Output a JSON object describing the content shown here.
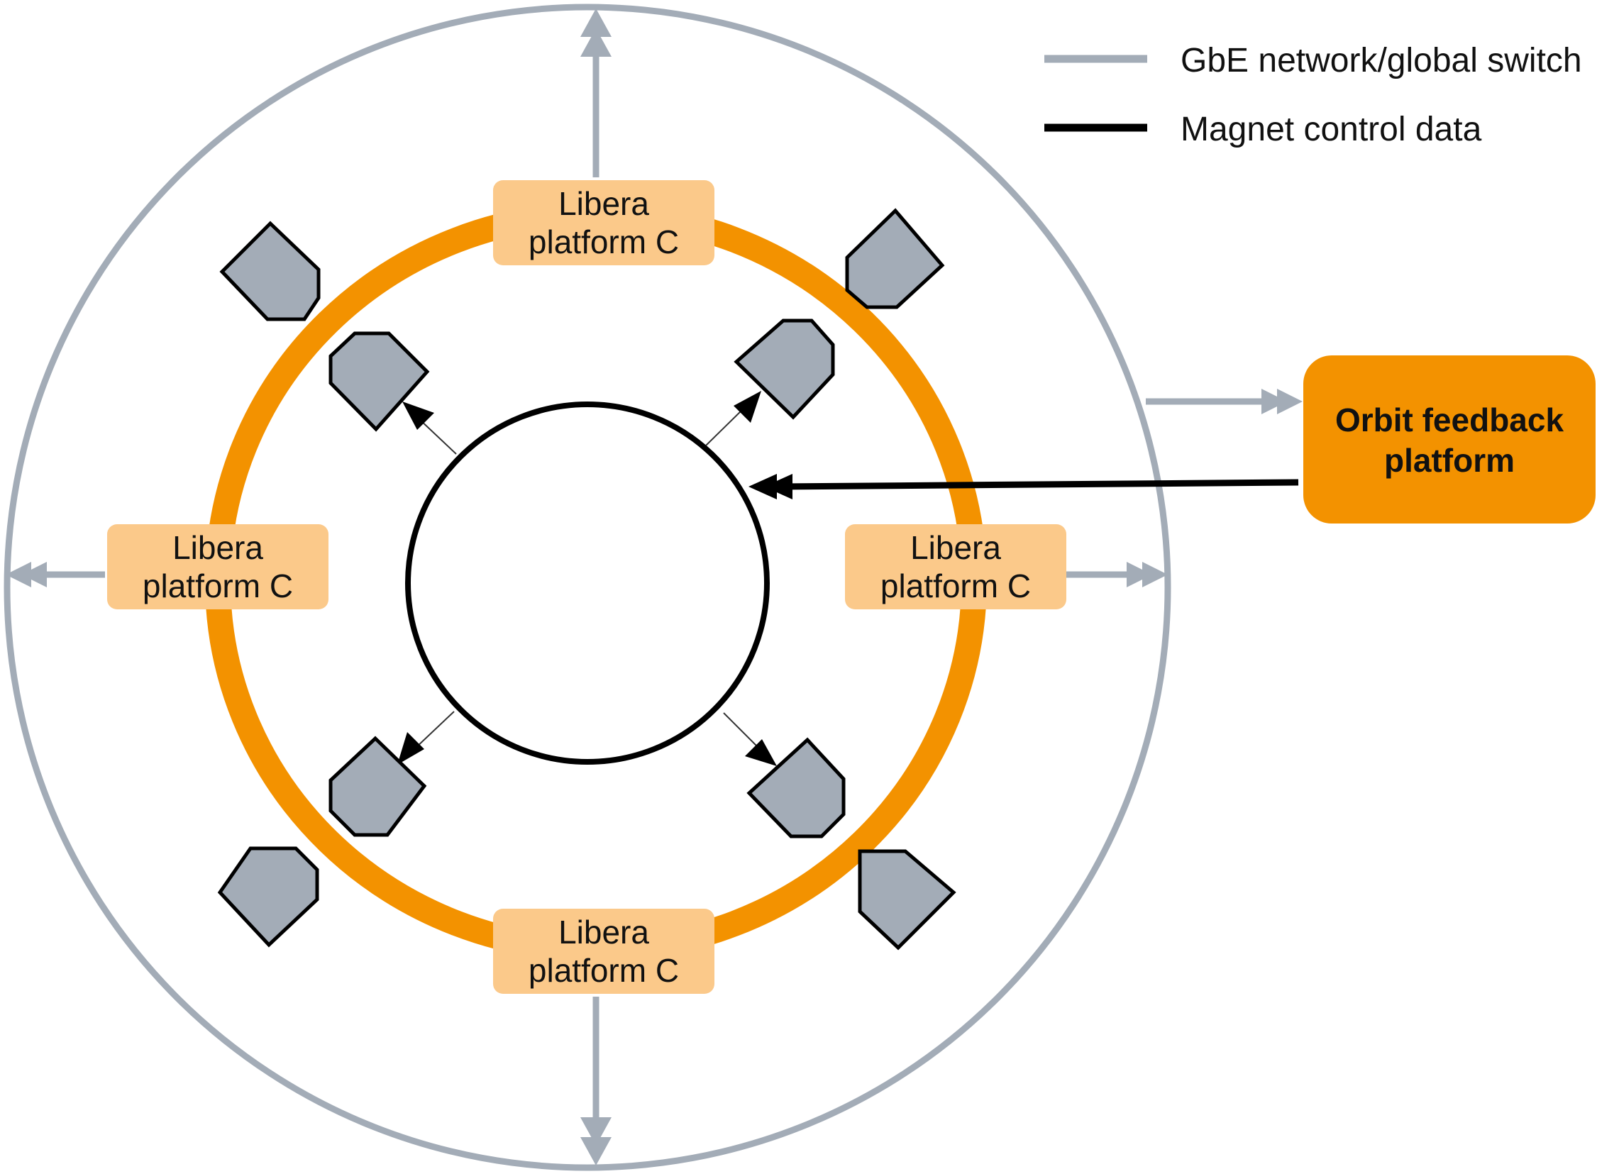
{
  "legend": {
    "items": [
      {
        "label": "GbE network/global switch",
        "color": "#a3acb7"
      },
      {
        "label": "Magnet control data",
        "color": "#000000"
      }
    ]
  },
  "nodes": {
    "top": {
      "line1": "Libera",
      "line2": "platform C"
    },
    "left": {
      "line1": "Libera",
      "line2": "platform C"
    },
    "right": {
      "line1": "Libera",
      "line2": "platform C"
    },
    "bottom": {
      "line1": "Libera",
      "line2": "platform C"
    }
  },
  "orbit_feedback": {
    "line1": "Orbit feedback",
    "line2": "platform"
  },
  "colors": {
    "gbe": "#a3acb7",
    "ring": "#f39200",
    "node_fill": "#fbc98a",
    "orbit_fill": "#f39200",
    "magnet_fill": "#a3acb7",
    "control": "#000000"
  },
  "icons": {
    "magnet": "octagon-magnet-icon",
    "arrow": "arrowhead-icon"
  }
}
